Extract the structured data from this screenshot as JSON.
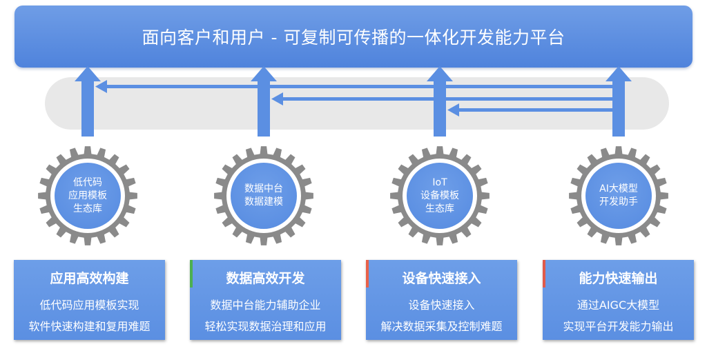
{
  "banner": {
    "title": "面向客户和用户 - 可复制可传播的一体化开发能力平台"
  },
  "gears": [
    {
      "label": "低代码\n应用模板\n生态库"
    },
    {
      "label": "数据中台\n数据建模"
    },
    {
      "label": "IoT\n设备模板\n生态库"
    },
    {
      "label": "AI大模型\n开发助手"
    }
  ],
  "cards": [
    {
      "title": "应用高效构建",
      "line1": "低代码应用模板实现",
      "line2": "软件快速构建和复用难题",
      "accent": ""
    },
    {
      "title": "数据高效开发",
      "line1": "数据中台能力辅助企业",
      "line2": "轻松实现数据治理和应用",
      "accent": "#4caf50"
    },
    {
      "title": "设备快速接入",
      "line1": "设备快速接入",
      "line2": "解决数据采集及控制难题",
      "accent": "#e8624a"
    },
    {
      "title": "能力快速输出",
      "line1": "通过AIGC大模型",
      "line2": "实现平台开发能力输出",
      "accent": "#e05a4a"
    }
  ],
  "colors": {
    "primary": "#5b8fe2",
    "gear": "#8a8a8a",
    "track": "#e8e8e8"
  }
}
